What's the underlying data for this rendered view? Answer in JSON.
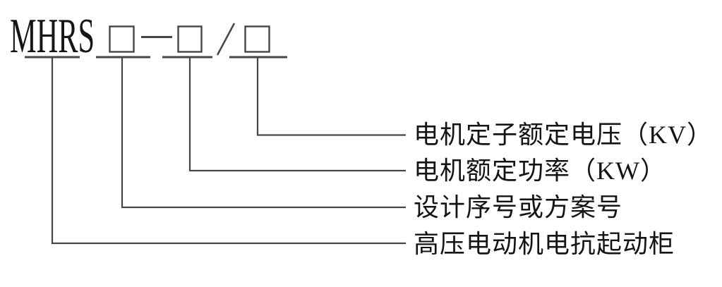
{
  "model_diagram": {
    "prefix": "MHRS",
    "separators": {
      "dash": "—",
      "slash": "/"
    },
    "placeholder_boxes": [
      "□",
      "□",
      "□"
    ],
    "labels": [
      {
        "text": "电机定子额定电压（KV）"
      },
      {
        "text": "电机额定功率（KW）"
      },
      {
        "text": "设计序号或方案号"
      },
      {
        "text": "高压电动机电抗起动柜"
      }
    ]
  },
  "colors": {
    "background": "#ffffff",
    "line": "#464646",
    "text": "#141414"
  }
}
